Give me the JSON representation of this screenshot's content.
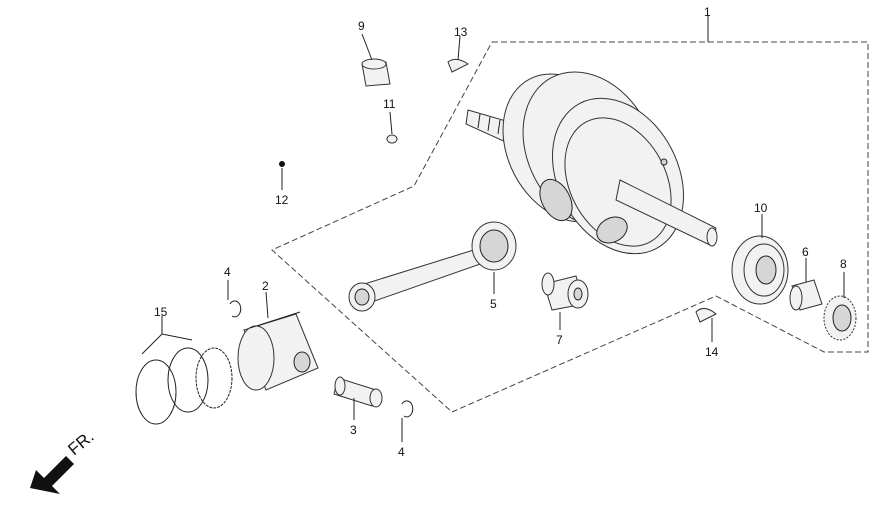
{
  "callouts": {
    "p1": "1",
    "p2": "2",
    "p3": "3",
    "p4a": "4",
    "p4b": "4",
    "p5": "5",
    "p6": "6",
    "p7": "7",
    "p8": "8",
    "p9": "9",
    "p10": "10",
    "p11": "11",
    "p12": "12",
    "p13": "13",
    "p14": "14",
    "p15": "15"
  },
  "direction_label": "FR."
}
